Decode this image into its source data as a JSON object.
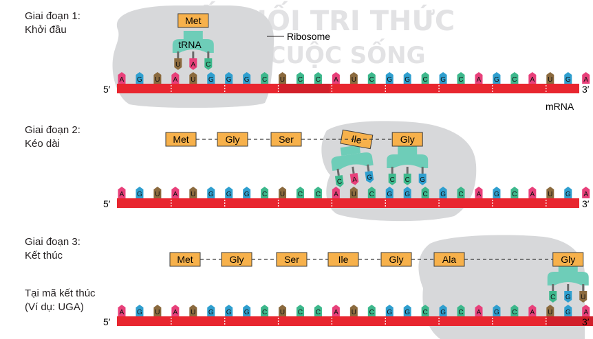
{
  "watermark": {
    "line1": "KẾT NỐI TRI THỨC",
    "line2": "VỚI CUỘC SỐNG"
  },
  "labels": {
    "five_prime": "5′",
    "three_prime": "3′",
    "mrna": "mRNA",
    "ribosome": "Ribosome",
    "trna": "tRNA"
  },
  "stages": [
    {
      "title1": "Giai đoạn 1:",
      "title2": "Khởi đầu"
    },
    {
      "title1": "Giai đoạn 2:",
      "title2": "Kéo dài"
    },
    {
      "title1": "Giai đoạn 3:",
      "title2": "Kết thúc"
    }
  ],
  "stop_codon_note": {
    "line1": "Tại mã kết thúc",
    "line2": "(Ví dụ: UGA)"
  },
  "mrna_sequence": [
    "A",
    "G",
    "U",
    "A",
    "U",
    "G",
    "G",
    "G",
    "C",
    "U",
    "C",
    "C",
    "A",
    "U",
    "C",
    "G",
    "G",
    "C",
    "G",
    "C",
    "A",
    "G",
    "C",
    "A",
    "U",
    "G",
    "A"
  ],
  "codon_highlight": {
    "stage1": [
      3
    ],
    "stage3": [
      8
    ]
  },
  "stage1": {
    "amino_acid": "Met",
    "anticodon": [
      "U",
      "A",
      "C"
    ]
  },
  "stage2": {
    "chain": [
      "Met",
      "Gly",
      "Ser"
    ],
    "incoming": "Ile",
    "p_site": "Gly",
    "anticodon_left": [
      "C",
      "A",
      "G"
    ],
    "anticodon_right": [
      "C",
      "C",
      "G"
    ]
  },
  "stage3": {
    "chain": [
      "Met",
      "Gly",
      "Ser",
      "Ile",
      "Gly",
      "Ala",
      "Gly"
    ],
    "anticodon": [
      "C",
      "G",
      "U"
    ]
  },
  "colors": {
    "A": "#e8407a",
    "G": "#2f9fcf",
    "U": "#8b6a3e",
    "C": "#3db88c",
    "strand": "#e8262f",
    "strand_dark": "#d11f2a",
    "ribosome": "#d7d8da",
    "trna": "#6ecdb8",
    "aa_box": "#f7b14b"
  }
}
